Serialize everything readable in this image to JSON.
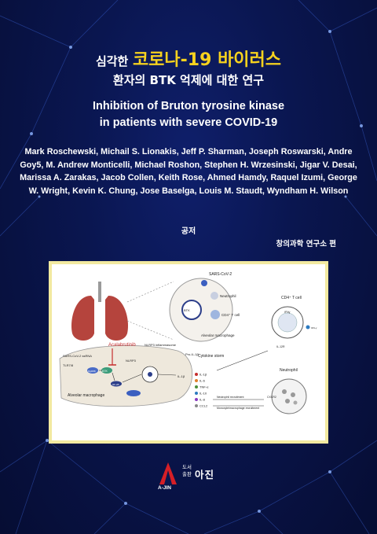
{
  "cover": {
    "title_prefix": "심각한",
    "title_main": "코로나-19 바이러스",
    "subtitle_ko": "환자의 BTK 억제에 대한 연구",
    "title_en_line1": "Inhibition of Bruton tyrosine kinase",
    "title_en_line2": "in patients with severe COVID-19",
    "authors": "Mark Roschewski, Michail S. Lionakis, Jeff P. Sharman, Joseph Roswarski, Andre Goy5, M. Andrew Monticelli, Michael Roshon, Stephen H. Wrzesinski, Jigar V. Desai, Marissa A. Zarakas, Jacob Collen, Keith Rose, Ahmed Hamdy, Raquel Izumi, George W. Wright, Kevin K. Chung, Jose Baselga, Louis M. Staudt, Wyndham H. Wilson",
    "coauthor_label": "공저",
    "editor": "창의과학 연구소 편"
  },
  "figure": {
    "sars_cov2": "SARS-CoV-2",
    "neutrophil": "Neutrophil",
    "btk": "BTK",
    "cd4": "CD4⁺ T cell",
    "alveolar_top": "Alveolar macrophage",
    "acalabrutinib": "Acalabrutinib",
    "nlrp3_inflammasome": "NLRP3 inflammasome",
    "pro_il1b": "Pro-IL-1β",
    "sars_ssrna": "SARS-CoV-2 ssRNA",
    "tlr": "TLR7/8",
    "myd88": "MyD88",
    "nlrp3": "NLRP3",
    "nfkb": "NF-κB",
    "il1b": "IL-1β",
    "alveolar_bottom": "Alveolar macrophage",
    "cytokine_storm": "Cytokine storm",
    "cytokines": [
      "IL-1β",
      "IL-6",
      "TNF-α",
      "IL-10",
      "IL-8",
      "CCL2"
    ],
    "neutrophil_recruitment": "Neutrophil recruitment",
    "mono_recruitment": "Monocyte/macrophage recruitment",
    "cd4_right": "CD4⁺ T cell",
    "ifng": "IFNγ",
    "ifng_r": "IFN-γ",
    "il12r": "IL-12R",
    "neutrophil_right": "Neutrophil",
    "cxcr2": "CXCR2"
  },
  "publisher": {
    "small_top": "도서",
    "small_bottom": "출판",
    "name": "아진",
    "name_en": "A-JIN"
  }
}
